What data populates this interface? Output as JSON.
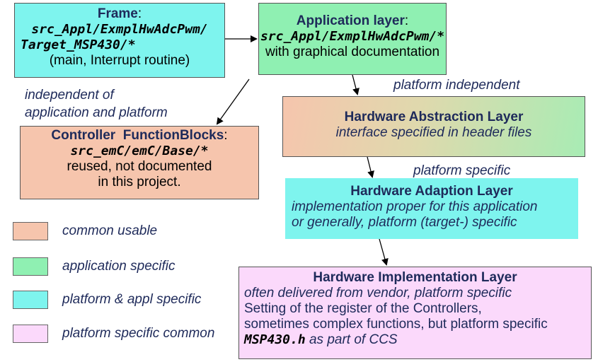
{
  "colors": {
    "common": "#f6c5ad",
    "application": "#8ff0b2",
    "platform_appl": "#7ef4ee",
    "platform_common": "#fbd9fb",
    "text_dark": "#1e2a5a"
  },
  "frame": {
    "title": "Frame",
    "title_suffix": ":",
    "path1": "src_Appl/ExmplHwAdcPwm/",
    "path2": "Target_MSP430/*",
    "desc": "(main, Interrupt routine)"
  },
  "application_layer": {
    "title": "Application layer",
    "title_suffix": ":",
    "path": "src_Appl/ExmplHwAdcPwm/*",
    "desc": "with graphical documentation"
  },
  "notes": {
    "independent_line1": "independent of",
    "independent_line2": "application and platform",
    "platform_independent": "platform independent",
    "platform_specific": "platform specific"
  },
  "controller": {
    "title": "Controller  FunctionBlocks",
    "title_suffix": ":",
    "path": "src_emC/emC/Base/*",
    "desc1": "reused, not documented",
    "desc2": "in this project."
  },
  "hal": {
    "title": "Hardware Abstraction Layer",
    "desc": "interface specified in header files"
  },
  "hadl": {
    "title": "Hardware Adaption Layer",
    "desc1": "implementation proper for this application",
    "desc2": "or generally, platform (target-) specific"
  },
  "hil": {
    "title": "Hardware Implementation Layer",
    "desc1": "often delivered from vendor, platform specific",
    "desc2": "Setting of the register of the Controllers,",
    "desc3": "sometimes complex functions, but platform specific",
    "file": "MSP430.h",
    "file_suffix": " as part of CCS"
  },
  "legend": [
    {
      "label": "common usable",
      "color": "#f6c5ad"
    },
    {
      "label": "application specific",
      "color": "#8ff0b2"
    },
    {
      "label": "platform & appl specific",
      "color": "#7ef4ee"
    },
    {
      "label": "platform specific common",
      "color": "#fbd9fb"
    }
  ]
}
